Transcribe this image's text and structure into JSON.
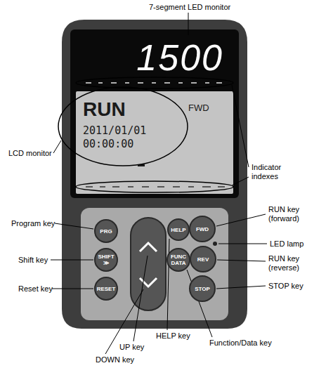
{
  "diagram": {
    "nodes": [
      {
        "text": [
          "1500"
        ]
      },
      {
        "text": [
          "RUN",
          "FWD",
          "2011/01/01",
          "00:00:00"
        ]
      },
      {
        "text": [
          "PRG"
        ]
      },
      {
        "text": [
          "HELP"
        ]
      },
      {
        "text": [
          "FWD"
        ]
      },
      {
        "text": [
          "SHIFT",
          "≫"
        ]
      },
      {
        "text": [
          "FUNC DATA"
        ]
      },
      {
        "text": [
          "REV"
        ]
      },
      {
        "text": [
          "RESET"
        ]
      },
      {
        "text": [
          "STOP"
        ]
      }
    ],
    "labels": [
      "7-segment LED monitor",
      "LCD monitor",
      "Indicator indexes",
      "Program key",
      "RUN key (forward)",
      "LED lamp",
      "Shift key",
      "RUN key (reverse)",
      "STOP key",
      "Reset key",
      "HELP key",
      "Function/Data key",
      "UP key",
      "DOWN key"
    ]
  }
}
